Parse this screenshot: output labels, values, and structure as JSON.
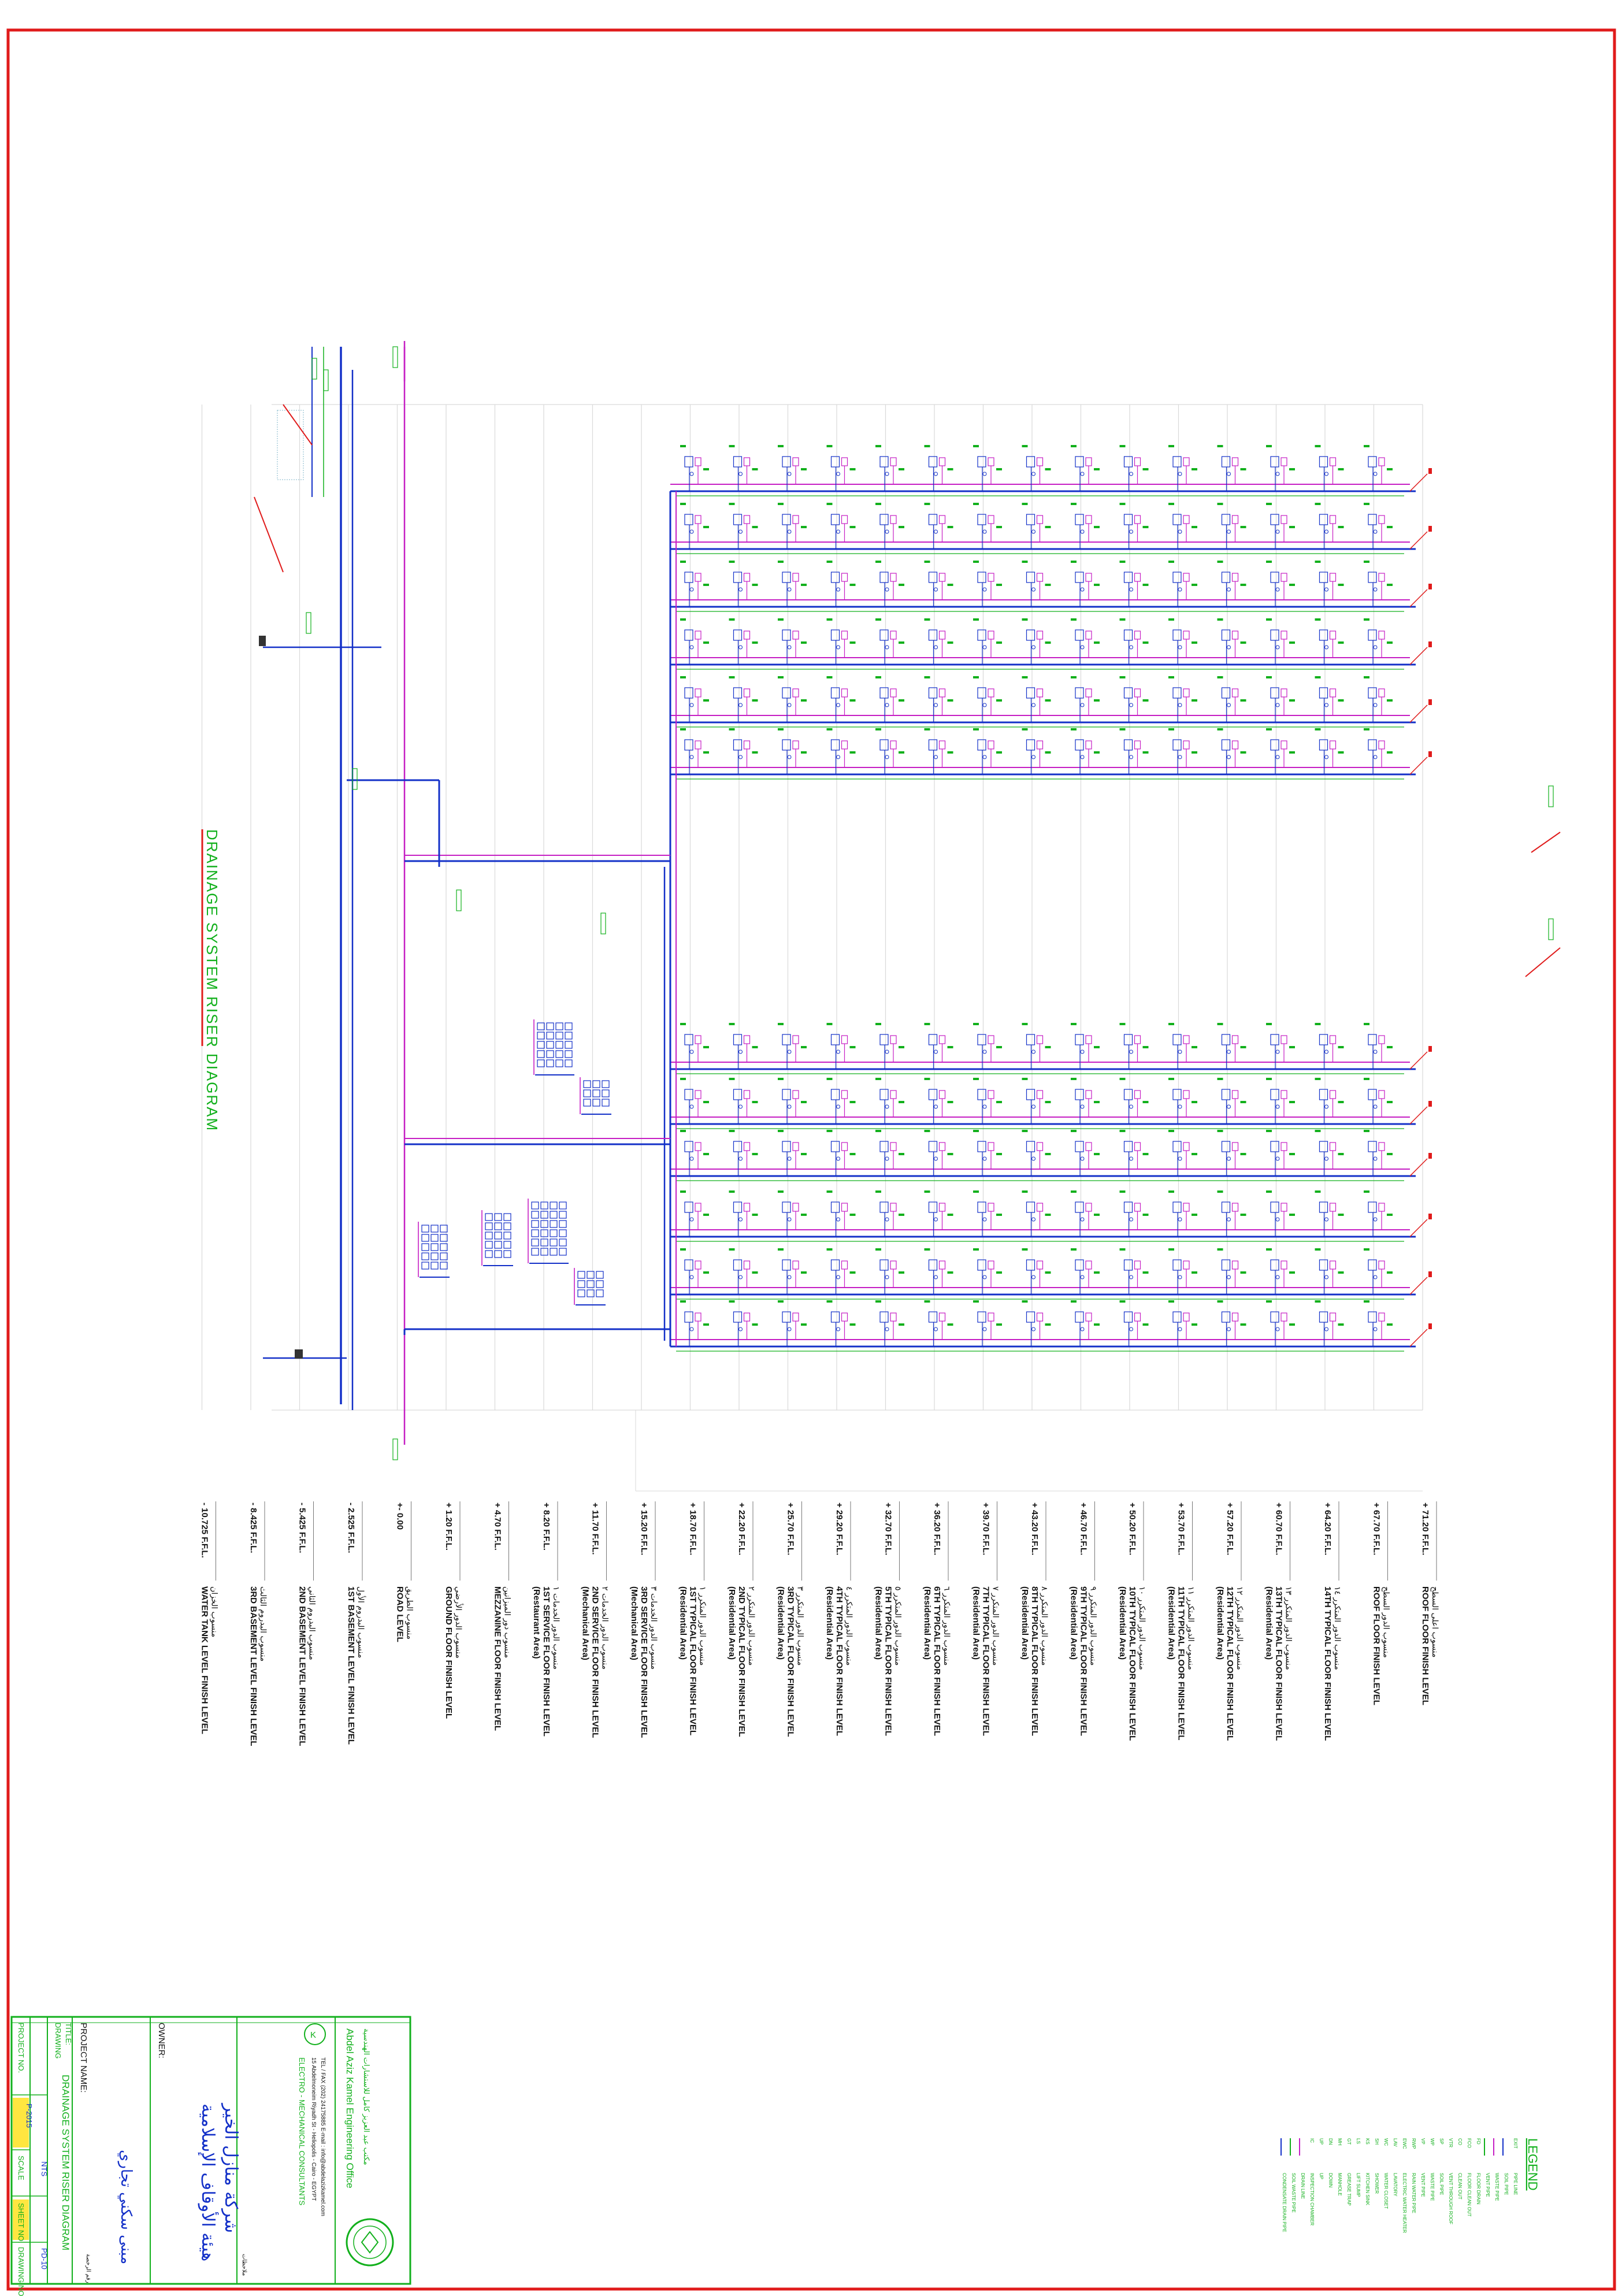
{
  "drawing": {
    "title": "DRAINAGE SYSTEM RISER DIAGRAM",
    "colors": {
      "border": "#e01b1b",
      "drain": "#1330c8",
      "vent": "#c61fc4",
      "labels": "#12b01c",
      "grid": "#d9d9d9",
      "text": "#111111"
    }
  },
  "levels": [
    {
      "elev": "+ 71.20 F.F.L.",
      "name": "ROOF FLOOR FINISH LEVEL",
      "sub": "",
      "arabic": "منسوب اعلى السطح"
    },
    {
      "elev": "+ 67.70 F.F.L.",
      "name": "ROOF FLOOR FINISH LEVEL",
      "sub": "",
      "arabic": "منسوب الدور السطح"
    },
    {
      "elev": "+ 64.20 F.F.L.",
      "name": "14TH TYPICAL FLOOR FINISH LEVEL",
      "sub": "",
      "arabic": "منسوب الدور المتكرر ١٤"
    },
    {
      "elev": "+ 60.70 F.F.L.",
      "name": "13TH TYPICAL FLOOR FINISH LEVEL",
      "sub": "(Residential Area)",
      "arabic": "منسوب الدور المتكرر ١٣"
    },
    {
      "elev": "+ 57.20 F.F.L.",
      "name": "12TH TYPICAL FLOOR FINISH LEVEL",
      "sub": "(Residential Area)",
      "arabic": "منسوب الدور المتكرر ١٢"
    },
    {
      "elev": "+ 53.70 F.F.L.",
      "name": "11TH TYPICAL FLOOR FINISH LEVEL",
      "sub": "(Residential Area)",
      "arabic": "منسوب الدور المتكرر ١١"
    },
    {
      "elev": "+ 50.20 F.F.L.",
      "name": "10TH TYPICAL FLOOR FINISH LEVEL",
      "sub": "(Residential Area)",
      "arabic": "منسوب الدور المتكرر ١٠"
    },
    {
      "elev": "+ 46.70 F.F.L.",
      "name": "9TH TYPICAL FLOOR FINISH LEVEL",
      "sub": "(Residential Area)",
      "arabic": "منسوب الدور المتكرر ٩"
    },
    {
      "elev": "+ 43.20 F.F.L.",
      "name": "8TH TYPICAL FLOOR FINISH LEVEL",
      "sub": "(Residential Area)",
      "arabic": "منسوب الدور المتكرر ٨"
    },
    {
      "elev": "+ 39.70 F.F.L.",
      "name": "7TH TYPICAL FLOOR FINISH LEVEL",
      "sub": "(Residential Area)",
      "arabic": "منسوب الدور المتكرر ٧"
    },
    {
      "elev": "+ 36.20 F.F.L.",
      "name": "6TH TYPICAL FLOOR FINISH LEVEL",
      "sub": "(Residential Area)",
      "arabic": "منسوب الدور المتكرر ٦"
    },
    {
      "elev": "+ 32.70 F.F.L.",
      "name": "5TH TYPICAL FLOOR FINISH LEVEL",
      "sub": "(Residential Area)",
      "arabic": "منسوب الدور المتكرر ٥"
    },
    {
      "elev": "+ 29.20 F.F.L.",
      "name": "4TH TYPICAL FLOOR FINISH LEVEL",
      "sub": "(Residential Area)",
      "arabic": "منسوب الدور المتكرر ٤"
    },
    {
      "elev": "+ 25.70 F.F.L.",
      "name": "3RD TYPICAL FLOOR FINISH LEVEL",
      "sub": "(Residential Area)",
      "arabic": "منسوب الدور المتكرر ٣"
    },
    {
      "elev": "+ 22.20 F.F.L.",
      "name": "2ND TYPICAL FLOOR FINISH LEVEL",
      "sub": "(Residential Area)",
      "arabic": "منسوب الدور المتكرر ٢"
    },
    {
      "elev": "+ 18.70 F.F.L.",
      "name": "1ST TYPICAL FLOOR FINISH LEVEL",
      "sub": "(Residential Area)",
      "arabic": "منسوب الدور المتكرر ١"
    },
    {
      "elev": "+ 15.20 F.F.L.",
      "name": "3RD SERVICE FLOOR FINISH LEVEL",
      "sub": "(Mechanical Area)",
      "arabic": "منسوب الدور الخدمات ٣"
    },
    {
      "elev": "+ 11.70 F.F.L.",
      "name": "2ND SERVICE FLOOR FINISH LEVEL",
      "sub": "(Mechanical Area)",
      "arabic": "منسوب الدور الخدمات ٢"
    },
    {
      "elev": "+ 8.20 F.F.L.",
      "name": "1ST SERVICE FLOOR FINISH LEVEL",
      "sub": "(Restaurant Area)",
      "arabic": "منسوب الدور الخدمات ١"
    },
    {
      "elev": "+ 4.70 F.F.L.",
      "name": "MEZZANINE FLOOR FINISH LEVEL",
      "sub": "",
      "arabic": "منسوب دور الميزانين"
    },
    {
      "elev": "+ 1.20 F.F.L.",
      "name": "GROUND FLOOR FINISH LEVEL",
      "sub": "",
      "arabic": "منسوب الدور الأرضي"
    },
    {
      "elev": "+- 0.00",
      "name": "ROAD LEVEL",
      "sub": "",
      "arabic": "منسوب الطريق"
    },
    {
      "elev": "- 2.525 F.F.L.",
      "name": "1ST BASEMENT LEVEL FINISH LEVEL",
      "sub": "",
      "arabic": "منسوب البدروم الأول"
    },
    {
      "elev": "- 5.425 F.F.L.",
      "name": "2ND BASEMENT LEVEL FINISH LEVEL",
      "sub": "",
      "arabic": "منسوب البدروم الثاني"
    },
    {
      "elev": "- 8.425 F.F.L.",
      "name": "3RD BASEMENT LEVEL FINISH LEVEL",
      "sub": "",
      "arabic": "منسوب البدروم الثالث"
    },
    {
      "elev": "- 10.725 F.F.L.",
      "name": "WATER TANK LEVEL FINISH LEVEL",
      "sub": "",
      "arabic": "منسوب الخزان"
    }
  ],
  "legend": {
    "title": "LEGEND",
    "items": [
      {
        "code": "EXIT",
        "desc": "PIPE LINE"
      },
      {
        "code": "—",
        "desc": "SOIL PIPE"
      },
      {
        "code": "—",
        "desc": "WASTE PIPE"
      },
      {
        "code": "—",
        "desc": "VENT PIPE"
      },
      {
        "code": "FD",
        "desc": "FLOOR DRAIN"
      },
      {
        "code": "FCO",
        "desc": "FLOOR CLEAN OUT"
      },
      {
        "code": "CO",
        "desc": "CLEAN OUT"
      },
      {
        "code": "VTR",
        "desc": "VENT THROUGH ROOF"
      },
      {
        "code": "SP",
        "desc": "SOIL PIPE"
      },
      {
        "code": "WP",
        "desc": "WASTE PIPE"
      },
      {
        "code": "VP",
        "desc": "VENT PIPE"
      },
      {
        "code": "RWP",
        "desc": "RAIN WATER PIPE"
      },
      {
        "code": "EWC",
        "desc": "ELECTRIC WATER HEATER"
      },
      {
        "code": "LAV",
        "desc": "LAVATORY"
      },
      {
        "code": "WC",
        "desc": "WATER CLOSET"
      },
      {
        "code": "SH",
        "desc": "SHOWER"
      },
      {
        "code": "KS",
        "desc": "KITCHEN SINK"
      },
      {
        "code": "LS",
        "desc": "LIFT SUMP"
      },
      {
        "code": "GT",
        "desc": "GREASE TRAP"
      },
      {
        "code": "MH",
        "desc": "MANHOLE"
      },
      {
        "code": "DN",
        "desc": "DOWN"
      },
      {
        "code": "UP",
        "desc": "UP"
      },
      {
        "code": "IC",
        "desc": "INSPECTION CHAMBER"
      },
      {
        "code": "—",
        "desc": "DRAIN LINE"
      },
      {
        "code": "—",
        "desc": "SOIL WASTE PIPE"
      },
      {
        "code": "—",
        "desc": "CONDENSATE DRAIN PIPE"
      }
    ]
  },
  "titleblock": {
    "office_en": "Abdel Aziz Kamel Engineering Office",
    "office_ar": "مكتب عبد العزيز كامل للاستشارات الهندسية",
    "consultants": "ELECTRO - MECHANICAL CONSULTANTS",
    "address": "15 Abdelmoneim Riyadh St - Heliopolis - Cairo - EGYPT",
    "contact": "TEL / FAX (202) 24175885    E-mail : info@abdelazizkamel.com",
    "owner_label": "OWNER:",
    "owner_ar": "هيئة الأوقاف الإسلامية",
    "owner_ar2": "شركة منازل الخير",
    "project_label": "PROJECT NAME:",
    "project_ar": "مبنى سكني تجاري",
    "drawing_label": "DRAWING",
    "title_label": "TITLE:",
    "drawing_title": "DRAINAGE SYSTEM RISER DIAGRAM",
    "project_no_label": "PROJECT NO.",
    "project_no": "P-2015",
    "scale_label": "SCALE",
    "scale": "NTS",
    "sheet_no_label": "SHEET NO.",
    "drawing_no_label": "DRAWING NO.",
    "drawing_no": "PD-10",
    "stamp_ar": "رقم الرخصة",
    "note_ar": "ملاحظات"
  }
}
